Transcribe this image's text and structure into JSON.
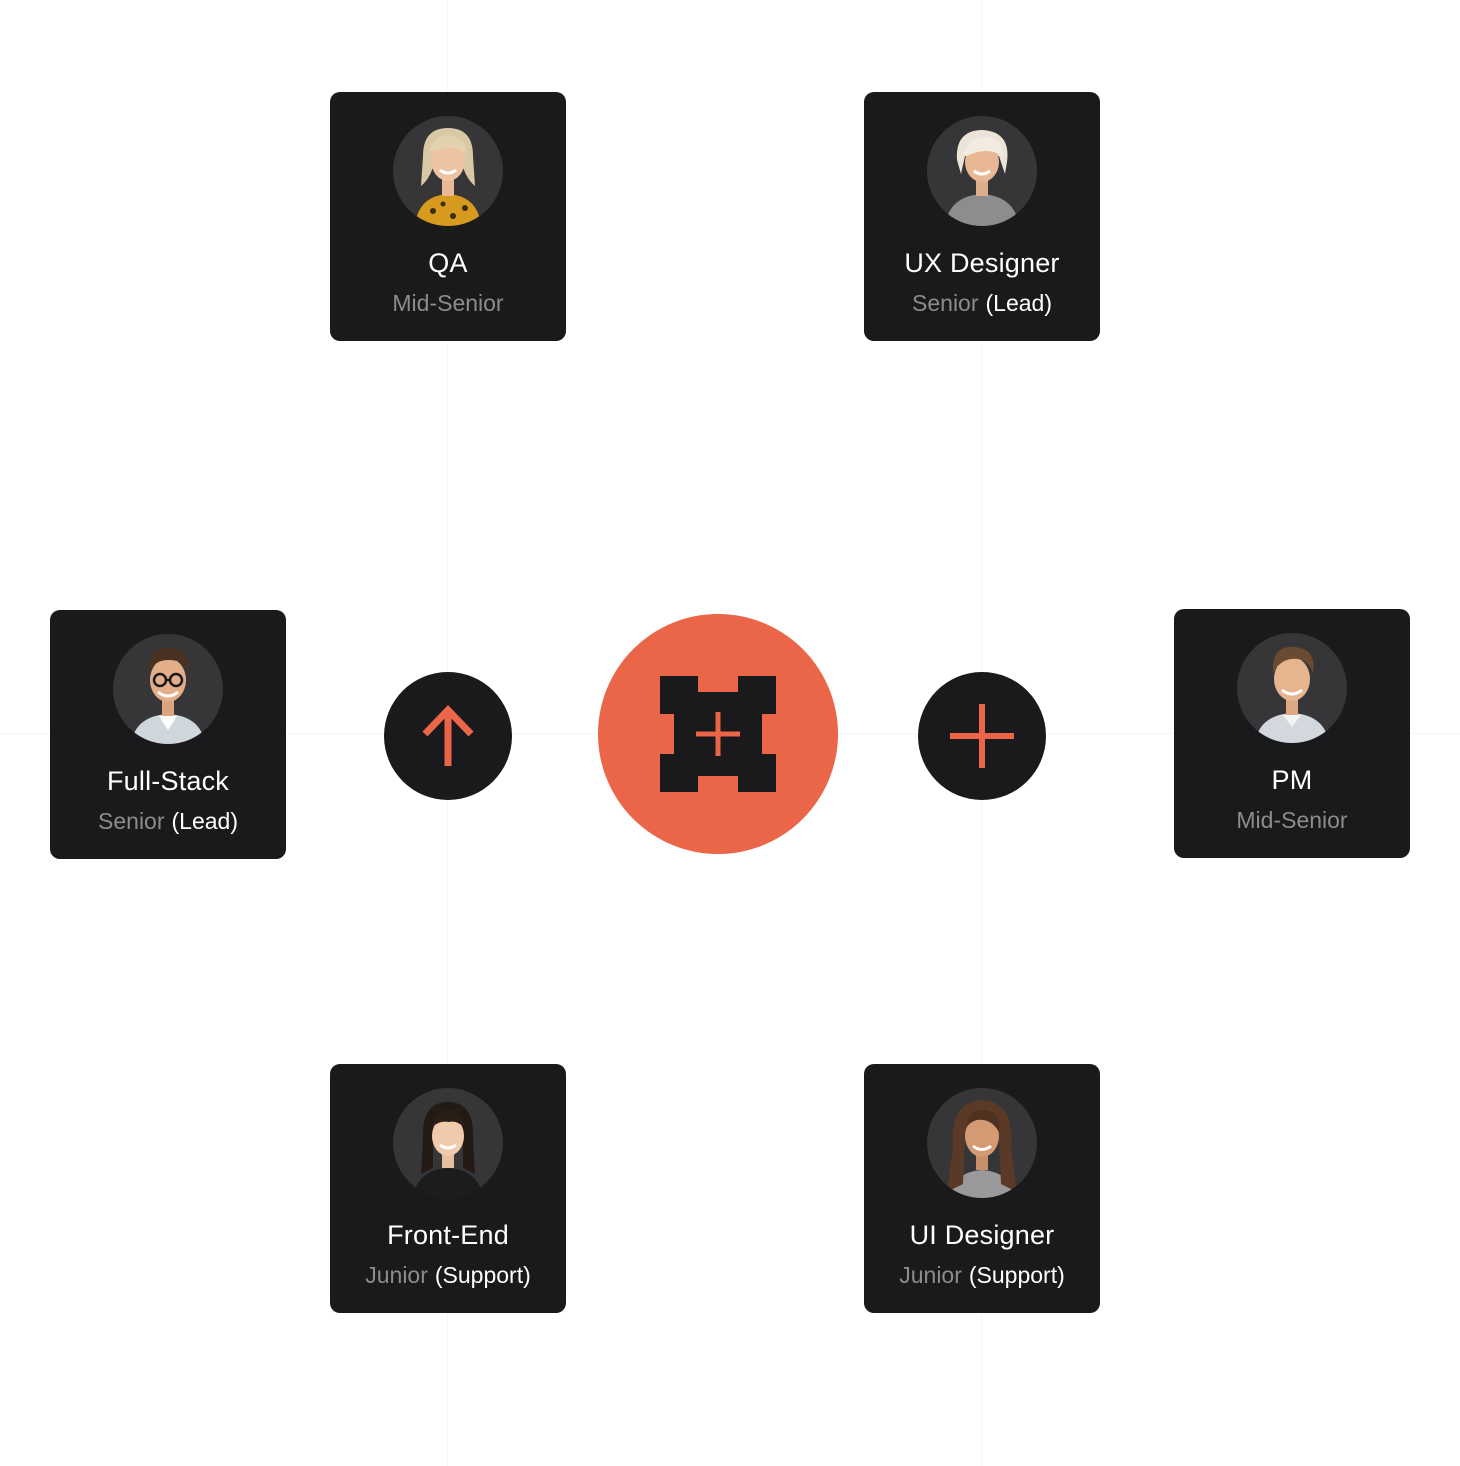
{
  "colors": {
    "card_bg": "#1a1a1c",
    "accent": "#eb6649",
    "level_text": "#8c8c8e",
    "title_text": "#ffffff"
  },
  "hub": {
    "icon": "brand-logo-icon"
  },
  "actions": {
    "up": {
      "icon": "arrow-up-icon"
    },
    "add": {
      "icon": "plus-icon"
    }
  },
  "members": [
    {
      "id": "qa",
      "title": "QA",
      "level": "Mid-Senior",
      "role": ""
    },
    {
      "id": "ux-designer",
      "title": "UX Designer",
      "level": "Senior",
      "role": "(Lead)"
    },
    {
      "id": "full-stack",
      "title": "Full-Stack",
      "level": "Senior",
      "role": "(Lead)"
    },
    {
      "id": "pm",
      "title": "PM",
      "level": "Mid-Senior",
      "role": ""
    },
    {
      "id": "front-end",
      "title": "Front-End",
      "level": "Junior",
      "role": "(Support)"
    },
    {
      "id": "ui-designer",
      "title": "UI Designer",
      "level": "Junior",
      "role": "(Support)"
    }
  ]
}
